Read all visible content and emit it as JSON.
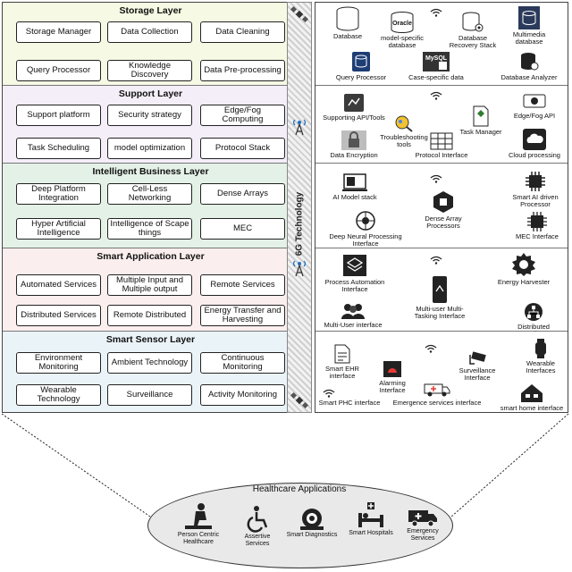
{
  "layers": [
    {
      "title": "Storage Layer",
      "bg": "#f6f9e3",
      "items": [
        "Storage Manager",
        "Data Collection",
        "Data Cleaning",
        "Query Processor",
        "Knowledge Discovery",
        "Data Pre-processing"
      ]
    },
    {
      "title": "Support Layer",
      "bg": "#f4eef8",
      "items": [
        "Support platform",
        "Security strategy",
        "Edge/Fog Computing",
        "Task Scheduling",
        "model optimization",
        "Protocol Stack"
      ]
    },
    {
      "title": "Intelligent Business Layer",
      "bg": "#e4f1e7",
      "items": [
        "Deep Platform Integration",
        "Cell-Less Networking",
        "Dense Arrays",
        "Hyper Artificial Intelligence",
        "Intelligence of Scape things",
        "MEC"
      ]
    },
    {
      "title": "Smart Application Layer",
      "bg": "#fbeeee",
      "items": [
        "Automated Services",
        "Multiple Input and Multiple output",
        "Remote Services",
        "Distributed Services",
        "Remote Distributed",
        "Energy Transfer and Harvesting"
      ]
    },
    {
      "title": "Smart Sensor Layer",
      "bg": "#eaf3f8",
      "items": [
        "Environment Monitoring",
        "Ambient Technology",
        "Continuous Monitoring",
        "Wearable Technology",
        "Surveillance",
        "Activity Monitoring"
      ]
    }
  ],
  "middle": {
    "label": "6G Technology"
  },
  "right_panels": [
    {
      "items": [
        "Database",
        "model-specific database",
        "Database Recovery Stack",
        "Multimedia database",
        "Query Processor",
        "Case-specific data",
        "Database Analyzer"
      ]
    },
    {
      "items": [
        "Supporting API/Tools",
        "Troubleshooting tools",
        "Task Manager",
        "Edge/Fog API",
        "Data Encryption",
        "Protocol Interface",
        "Cloud processing"
      ]
    },
    {
      "items": [
        "AI Model stack",
        "Smart AI driven Processor",
        "Dense Array Processors",
        "Deep Neural Processing Interface",
        "MEC Interface"
      ]
    },
    {
      "items": [
        "Process Automation Interface",
        "Energy Harvester",
        "Multi-user Multi-Tasking Interface",
        "Multi-User interface",
        "Distributed Interface"
      ]
    },
    {
      "items": [
        "Smart EHR interface",
        "Alarming Interface",
        "Surveillance Interface",
        "Wearable Interfaces",
        "Smart PHC  interface",
        "Emergence services interface",
        "smart home interface"
      ]
    }
  ],
  "icon_labels": {
    "oracle": "Oracle",
    "mysql": "MySQL"
  },
  "healthcare": {
    "title": "Healthcare Applications",
    "items": [
      "Person Centric Healthcare",
      "Assertive Services",
      "Smart Diagnostics",
      "Smart Hospitals",
      "Emergency Services"
    ]
  }
}
